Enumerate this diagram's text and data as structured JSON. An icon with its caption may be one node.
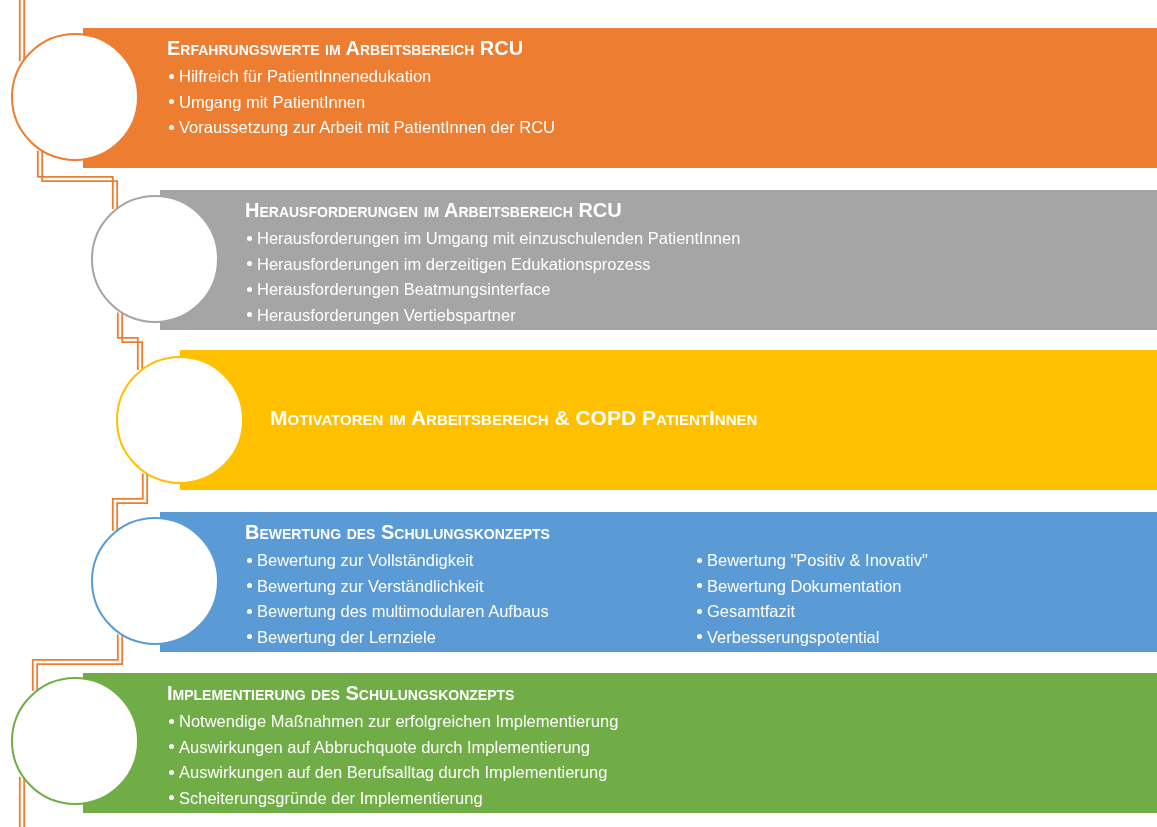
{
  "diagram": {
    "nodes": [
      {
        "text": [],
        "shape": "circle"
      },
      {
        "text": [
          "Erfahrungswerte im Arbeitsbereich RCU",
          "Hilfreich für PatientInnenedukation",
          "Umgang mit PatientInnen",
          "Voraussetzung zur Arbeit mit PatientInnen der RCU"
        ]
      },
      {
        "text": [],
        "shape": "circle"
      },
      {
        "text": [
          "Herausforderungen im Arbeitsbereich RCU",
          "Herausforderungen im Umgang mit einzuschulenden PatientInnen",
          "Herausforderungen im derzeitigen Edukationsprozess",
          "Herausforderungen Beatmungsinterface",
          "Herausforderungen Vertiebspartner"
        ]
      },
      {
        "text": [],
        "shape": "circle"
      },
      {
        "text": [
          "Motivatoren im Arbeitsbereich & COPD PatientInnen"
        ]
      },
      {
        "text": [],
        "shape": "circle"
      },
      {
        "text": [
          "Bewertung des Schulungskonzepts",
          "Bewertung zur Vollständigkeit",
          "Bewertung zur Verständlichkeit",
          "Bewertung des multimodularen Aufbaus",
          "Bewertung der Lernziele",
          "Bewertung \"Positiv & Inovativ\"",
          "Bewertung Dokumentation",
          "Gesamtfazit",
          "Verbesserungspotential"
        ]
      },
      {
        "text": [],
        "shape": "circle"
      },
      {
        "text": [
          "Implementierung des Schulungskonzepts",
          "Notwendige Maßnahmen zur erfolgreichen Implementierung",
          "Auswirkungen auf Abbruchquote durch Implementierung",
          "Auswirkungen auf den Berufsalltag durch Implementierung",
          "Scheiterungsgründe der Implementierung"
        ]
      }
    ],
    "edges": [
      {
        "from": null,
        "to": 0,
        "arrow": "none",
        "color": "#ed7d31"
      },
      {
        "from": 0,
        "to": 2,
        "arrow": "none",
        "color": "#ed7d31"
      },
      {
        "from": 2,
        "to": 4,
        "arrow": "none",
        "color": "#ed7d31"
      },
      {
        "from": 4,
        "to": 6,
        "arrow": "none",
        "color": "#ed7d31"
      },
      {
        "from": 6,
        "to": 8,
        "arrow": "none",
        "color": "#ed7d31"
      },
      {
        "from": 8,
        "to": null,
        "arrow": "none",
        "color": "#ed7d31"
      }
    ]
  }
}
